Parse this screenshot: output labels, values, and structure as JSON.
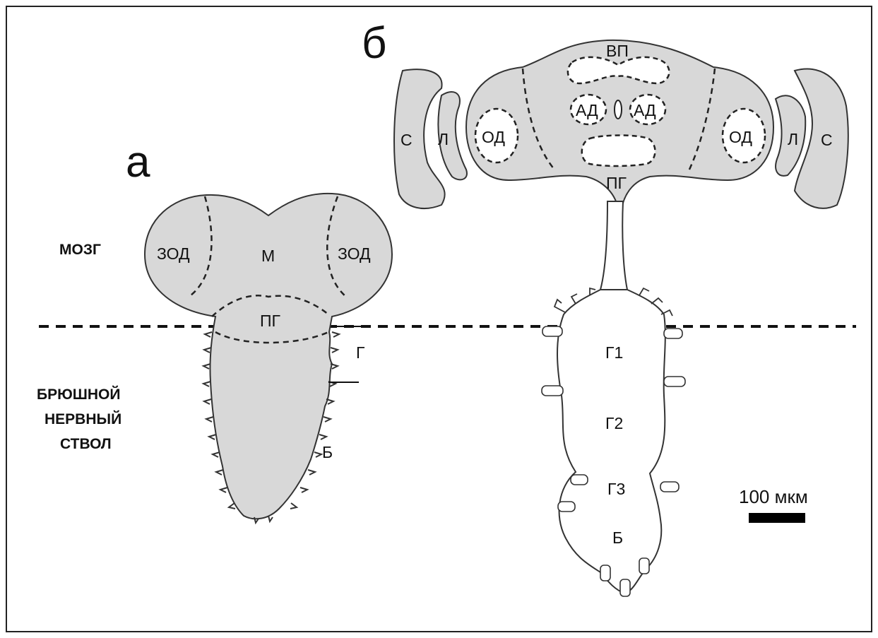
{
  "panel_labels": {
    "a": "а",
    "b": "б"
  },
  "side_labels": {
    "brain": "МОЗГ",
    "ventral_cord_line1": "БРЮШНОЙ",
    "ventral_cord_line2": "НЕРВНЫЙ",
    "ventral_cord_line3": "СТВОЛ"
  },
  "panel_a": {
    "zod_left": "ЗОД",
    "m": "М",
    "zod_right": "ЗОД",
    "pg": "ПГ",
    "g": "Г",
    "b": "Б"
  },
  "panel_b": {
    "vp": "ВП",
    "ad_left": "АД",
    "ad_right": "АД",
    "od_left": "ОД",
    "od_right": "ОД",
    "s_left": "С",
    "l_left": "Л",
    "l_right": "Л",
    "s_right": "С",
    "pg": "ПГ",
    "g1": "Г1",
    "g2": "Г2",
    "g3": "Г3",
    "b": "Б"
  },
  "scale_bar": {
    "label": "100 мкм"
  }
}
